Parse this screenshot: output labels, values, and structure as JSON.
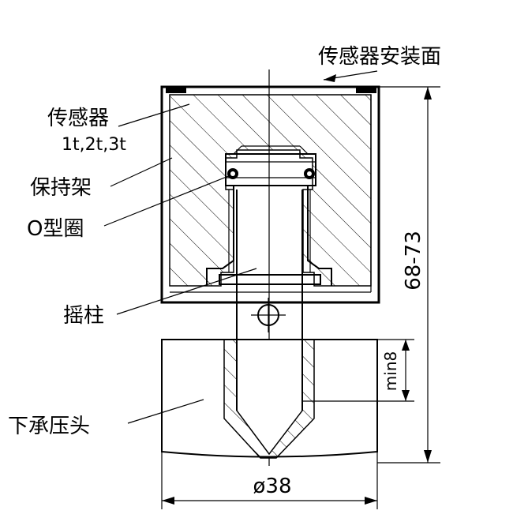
{
  "labels": {
    "sensor_mount_face": "传感器安装面",
    "sensor": "传感器",
    "sensor_models": "1t,2t,3t",
    "holder": "保持架",
    "o_ring": "O型圈",
    "rocker_column": "摇柱",
    "lower_pressure_head": "下承压头"
  },
  "dimensions": {
    "height": "68-73",
    "min_depth": "min8",
    "diameter": "ø38"
  }
}
